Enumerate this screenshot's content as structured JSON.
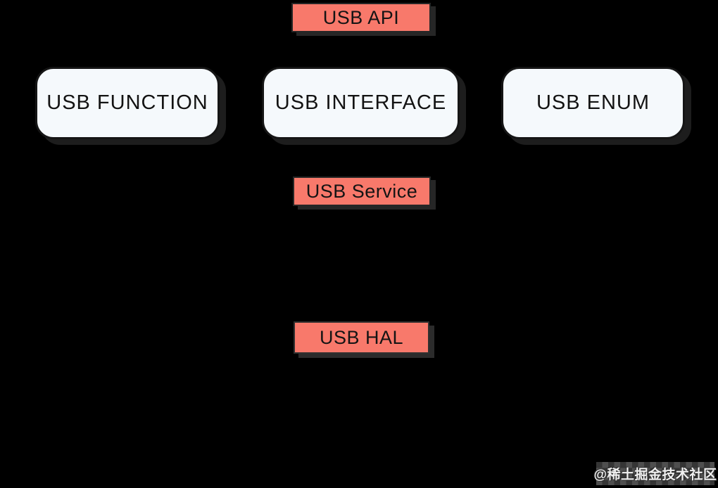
{
  "page": {
    "background_color": "#000000"
  },
  "diagram": {
    "colors": {
      "label_bg": "#F8796B",
      "node_bg": "#F5F9FC",
      "text": "#141414",
      "shadow": "#262626"
    },
    "labels": [
      {
        "id": "usb-api",
        "text": "USB API"
      },
      {
        "id": "usb-service",
        "text": "USB Service"
      },
      {
        "id": "usb-hal",
        "text": "USB HAL"
      }
    ],
    "nodes": [
      {
        "id": "usb-function",
        "text": "USB FUNCTION"
      },
      {
        "id": "usb-interface",
        "text": "USB INTERFACE"
      },
      {
        "id": "usb-enum",
        "text": "USB ENUM"
      }
    ]
  },
  "watermark": {
    "text": "@稀土掘金技术社区"
  }
}
